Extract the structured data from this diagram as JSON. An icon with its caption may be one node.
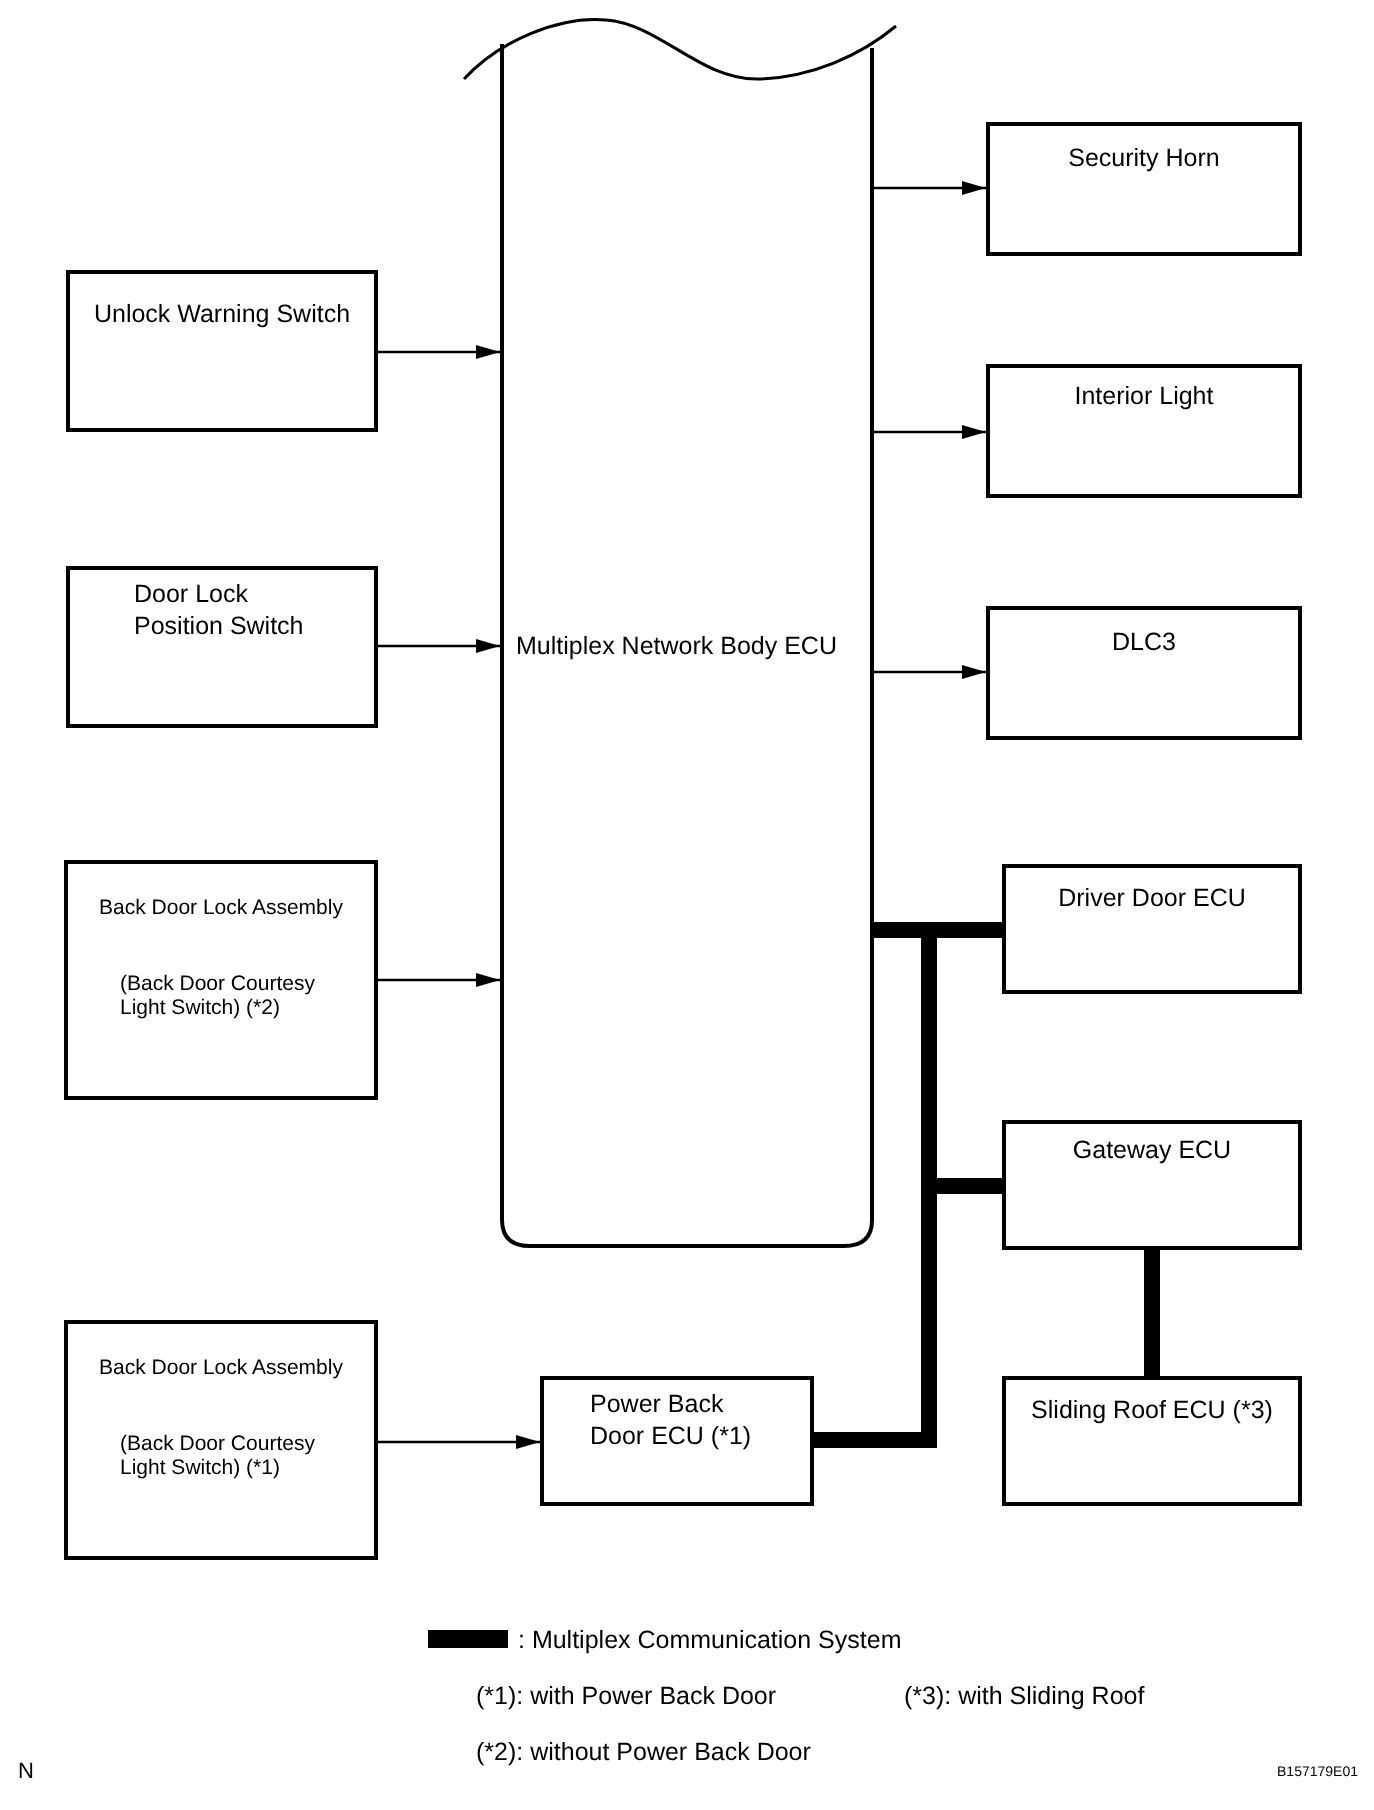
{
  "diagram": {
    "nodes": [
      {
        "text": [
          "Multiplex Network Body ECU"
        ]
      },
      {
        "text": [
          "Unlock Warning Switch"
        ]
      },
      {
        "text": [
          "Door Lock Position Switch"
        ]
      },
      {
        "text": [
          "Back Door Lock Assembly",
          "(Back Door Courtesy Light Switch) (*2)"
        ]
      },
      {
        "text": [
          "Security Horn"
        ]
      },
      {
        "text": [
          "Interior Light"
        ]
      },
      {
        "text": [
          "DLC3"
        ]
      },
      {
        "text": [
          "Driver Door ECU"
        ]
      },
      {
        "text": [
          "Gateway ECU"
        ]
      },
      {
        "text": [
          "Sliding Roof ECU (*3)"
        ]
      },
      {
        "text": [
          "Back Door Lock Assembly",
          "(Back Door Courtesy Light Switch) (*1)"
        ]
      },
      {
        "text": [
          "Power Back Door ECU (*1)"
        ]
      }
    ],
    "edges": [
      {
        "from": 1,
        "to": 0,
        "arrow": "to"
      },
      {
        "from": 2,
        "to": 0,
        "arrow": "to"
      },
      {
        "from": 3,
        "to": 0,
        "arrow": "to"
      },
      {
        "from": 0,
        "to": 4,
        "arrow": "to"
      },
      {
        "from": 0,
        "to": 5,
        "arrow": "to"
      },
      {
        "from": 0,
        "to": 6,
        "arrow": "to"
      },
      {
        "from": 10,
        "to": 11,
        "arrow": "to"
      },
      {
        "from": 0,
        "to": 7,
        "arrow": "none",
        "style": "thick"
      },
      {
        "from": 0,
        "to": 8,
        "arrow": "none",
        "style": "thick"
      },
      {
        "from": 0,
        "to": 11,
        "arrow": "none",
        "style": "thick"
      },
      {
        "from": 8,
        "to": 9,
        "arrow": "none",
        "style": "thick"
      }
    ],
    "labels": [
      "(*1): with Power Back Door",
      "(*3): with Sliding Roof",
      "(*2): without Power Back Door",
      "N",
      "B157179E01"
    ],
    "legend": [
      {
        "text": ": Multiplex Communication System"
      }
    ]
  }
}
